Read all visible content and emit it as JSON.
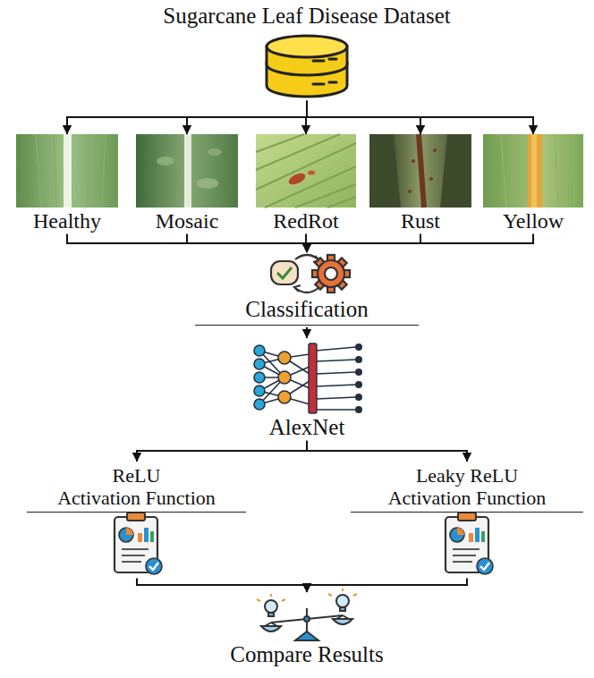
{
  "diagram": {
    "nodes": [
      {
        "text": [
          "Sugarcane Leaf Disease Dataset"
        ]
      },
      {
        "text": [
          "Healthy"
        ]
      },
      {
        "text": [
          "Mosaic"
        ]
      },
      {
        "text": [
          "RedRot"
        ]
      },
      {
        "text": [
          "Rust"
        ]
      },
      {
        "text": [
          "Yellow"
        ]
      },
      {
        "text": [
          "Classification"
        ]
      },
      {
        "text": [
          "AlexNet"
        ]
      },
      {
        "text": [
          "ReLU",
          "Activation Function"
        ]
      },
      {
        "text": [
          "Leaky ReLU",
          "Activation Function"
        ]
      },
      {
        "text": [
          "Compare Results"
        ]
      }
    ],
    "edges": [
      {
        "from": 0,
        "to": 1,
        "arrow": "to"
      },
      {
        "from": 0,
        "to": 2,
        "arrow": "to"
      },
      {
        "from": 0,
        "to": 3,
        "arrow": "to"
      },
      {
        "from": 0,
        "to": 4,
        "arrow": "to"
      },
      {
        "from": 0,
        "to": 5,
        "arrow": "to"
      },
      {
        "from": 1,
        "to": 6,
        "arrow": "to"
      },
      {
        "from": 2,
        "to": 6,
        "arrow": "to"
      },
      {
        "from": 3,
        "to": 6,
        "arrow": "to"
      },
      {
        "from": 4,
        "to": 6,
        "arrow": "to"
      },
      {
        "from": 5,
        "to": 6,
        "arrow": "to"
      },
      {
        "from": 6,
        "to": 7,
        "arrow": "to"
      },
      {
        "from": 7,
        "to": 8,
        "arrow": "to"
      },
      {
        "from": 7,
        "to": 9,
        "arrow": "to"
      },
      {
        "from": 8,
        "to": 10,
        "arrow": "to"
      },
      {
        "from": 9,
        "to": 10,
        "arrow": "to"
      }
    ]
  }
}
